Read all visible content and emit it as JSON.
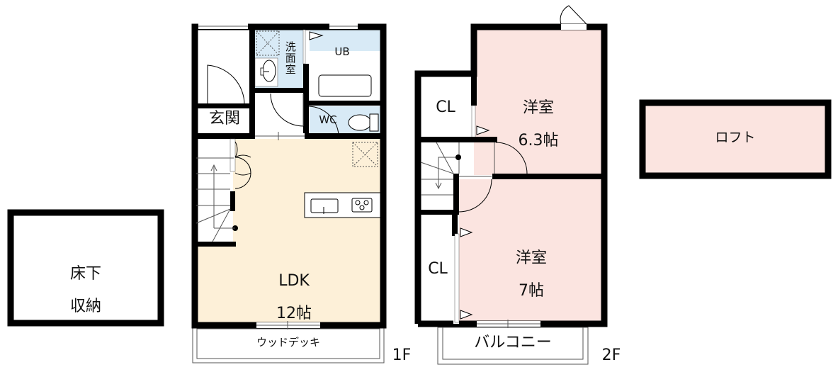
{
  "colors": {
    "wall": "#000000",
    "ldk_floor": "#fdf0d8",
    "wet_area": "#d8eaf6",
    "bedroom_floor": "#fbe4e0",
    "loft_floor": "#fbe4e0",
    "plain": "#ffffff"
  },
  "floor1": {
    "label": "1F",
    "rooms": {
      "genkan": "玄関",
      "senmenshitsu": "洗面室",
      "ub": "UB",
      "wc": "WC",
      "ldk_name": "LDK",
      "ldk_size": "12帖",
      "deck": "ウッドデッキ"
    }
  },
  "floor2": {
    "label": "2F",
    "rooms": {
      "bedroom1_name": "洋室",
      "bedroom1_size": "6.3帖",
      "bedroom2_name": "洋室",
      "bedroom2_size": "7帖",
      "closet1": "CL",
      "closet2": "CL",
      "balcony": "バルコニー"
    }
  },
  "underfloor": {
    "line1": "床下",
    "line2": "収納"
  },
  "loft": {
    "label": "ロフト"
  }
}
